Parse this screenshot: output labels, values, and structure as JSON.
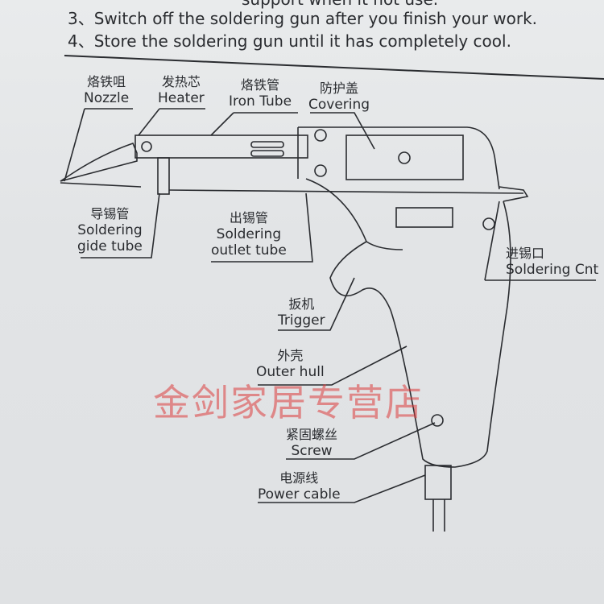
{
  "instructions": [
    "support when it not use.",
    "3、Switch off the soldering gun after you finish your work.",
    "4、Store the soldering gun until it has completely cool."
  ],
  "labels": {
    "nozzle": {
      "zh": "烙铁咀",
      "en": "Nozzle"
    },
    "heater": {
      "zh": "发热芯",
      "en": "Heater"
    },
    "iron_tube": {
      "zh": "烙铁管",
      "en": "Iron Tube"
    },
    "covering": {
      "zh": "防护盖",
      "en": "Covering"
    },
    "guide_tube": {
      "zh": "导锡管",
      "en1": "Soldering",
      "en2": "gide tube"
    },
    "outlet_tube": {
      "zh": "出锡管",
      "en1": "Soldering",
      "en2": "outlet tube"
    },
    "inlet": {
      "zh": "进锡口",
      "en": "Soldering Cnt"
    },
    "trigger": {
      "zh": "扳机",
      "en": "Trigger"
    },
    "outer_hull": {
      "zh": "外壳",
      "en": "Outer hull"
    },
    "screw": {
      "zh": "紧固螺丝",
      "en": "Screw"
    },
    "power_cable": {
      "zh": "电源线",
      "en": "Power cable"
    }
  },
  "watermark": "金剑家居专营店",
  "colors": {
    "ink": "#2a2c30",
    "paper": "#e4e6e8",
    "watermark": "#dc3c3c"
  }
}
